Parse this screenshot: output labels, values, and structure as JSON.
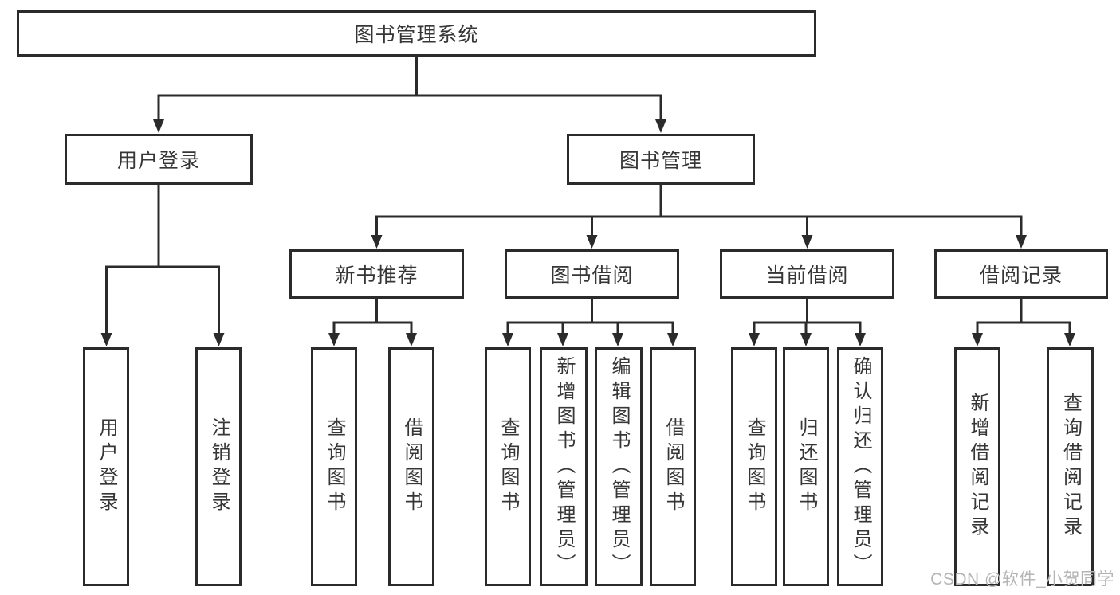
{
  "diagram": {
    "root": {
      "label": "图书管理系统"
    },
    "level1": [
      {
        "label": "用户登录"
      },
      {
        "label": "图书管理"
      }
    ],
    "level2": [
      {
        "label": "新书推荐"
      },
      {
        "label": "图书借阅"
      },
      {
        "label": "当前借阅"
      },
      {
        "label": "借阅记录"
      }
    ],
    "leaves": {
      "user_login": [
        "用户登录",
        "注销登录"
      ],
      "new_book": [
        "查询图书",
        "借阅图书"
      ],
      "book_borrow": [
        "查询图书",
        "新增图书（管理员）",
        "编辑图书（管理员）",
        "借阅图书"
      ],
      "current_borrow": [
        "查询图书",
        "归还图书",
        "确认归还（管理员）"
      ],
      "borrow_record": [
        "新增借阅记录",
        "查询借阅记录"
      ]
    }
  },
  "watermark": {
    "text": "CSDN @软件_小贺同学"
  },
  "colors": {
    "line": "#2b2b2b",
    "box_border": "#2b2b2b",
    "text": "#363636",
    "watermark": "#b5b5b5",
    "background": "#ffffff"
  }
}
